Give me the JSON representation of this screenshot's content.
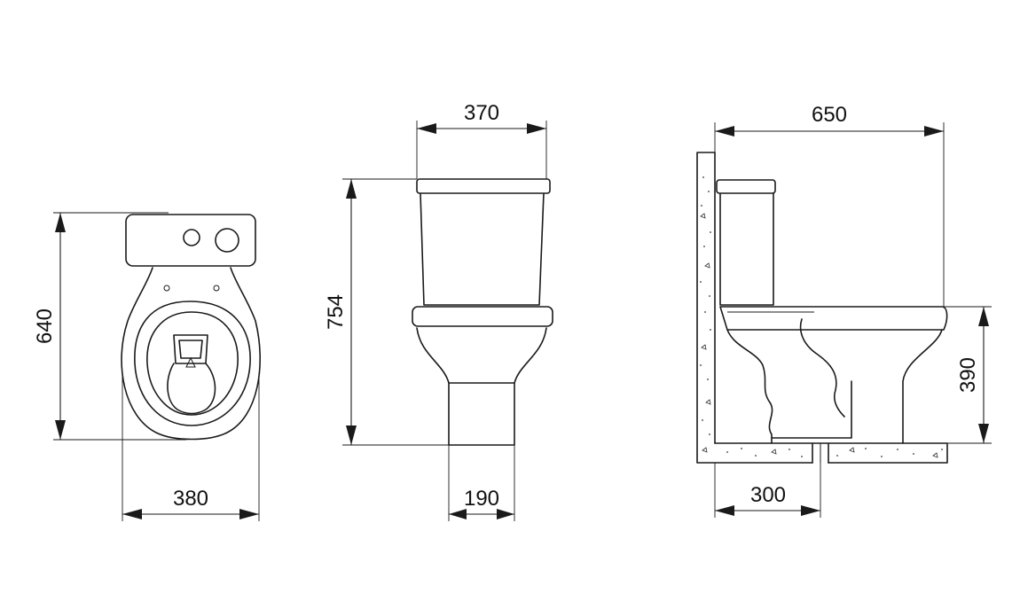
{
  "diagram": {
    "views": [
      {
        "name": "top",
        "dimensions": {
          "width": "380",
          "depth": "640"
        }
      },
      {
        "name": "front",
        "dimensions": {
          "width": "370",
          "height": "754",
          "base_width": "190"
        }
      },
      {
        "name": "side",
        "dimensions": {
          "length": "650",
          "seat_height": "390",
          "outlet_distance": "300"
        }
      }
    ]
  },
  "colors": {
    "line": "#1a1a1a",
    "background": "#ffffff"
  }
}
